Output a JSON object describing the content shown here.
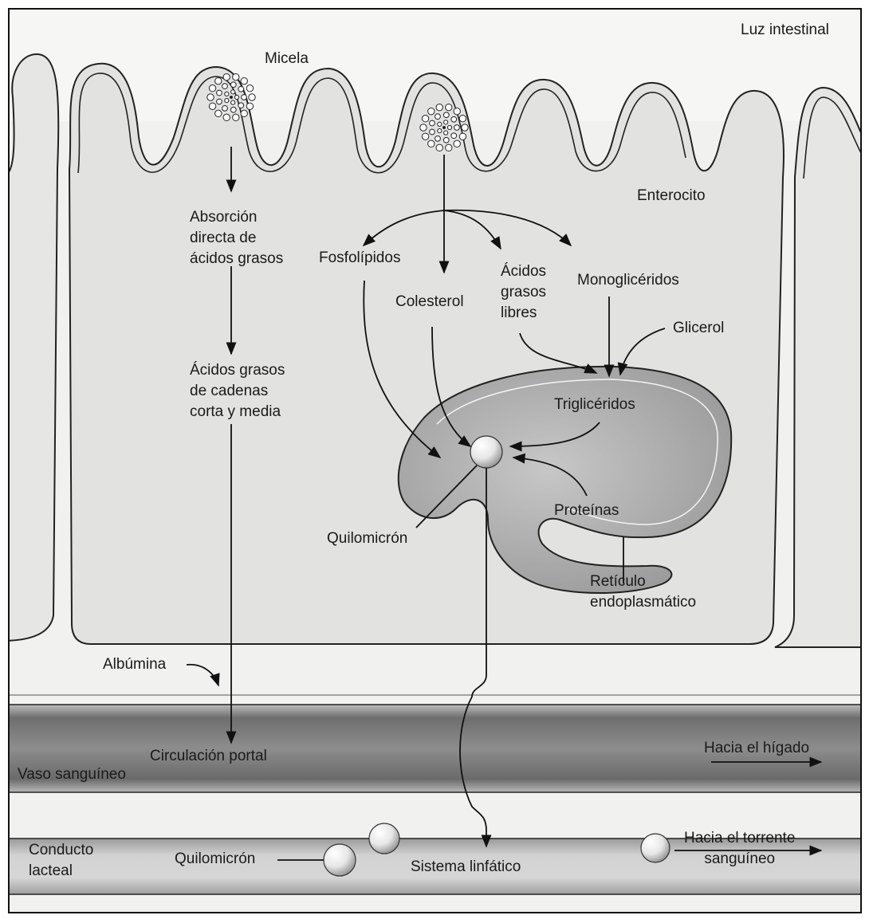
{
  "labels": {
    "luz_intestinal": "Luz intestinal",
    "micela": "Micela",
    "enterocito": "Enterocito",
    "absorcion_l1": "Absorción",
    "absorcion_l2": "directa de",
    "absorcion_l3": "ácidos grasos",
    "fosfolipidos": "Fosfolípidos",
    "colesterol": "Colesterol",
    "acidos_libres_l1": "Ácidos",
    "acidos_libres_l2": "grasos",
    "acidos_libres_l3": "libres",
    "monogliceridos": "Monoglicéridos",
    "glicerol": "Glicerol",
    "cadenas_l1": "Ácidos grasos",
    "cadenas_l2": "de cadenas",
    "cadenas_l3": "corta y media",
    "trigliceridos": "Triglicéridos",
    "quilomicron_cell": "Quilomicrón",
    "proteinas": "Proteínas",
    "reticulo_l1": "Retículo",
    "reticulo_l2": "endoplasmático",
    "albumina": "Albúmina",
    "circulacion_portal": "Circulación portal",
    "vaso_sanguineo": "Vaso sanguíneo",
    "hacia_higado": "Hacia el hígado",
    "conducto_l1": "Conducto",
    "conducto_l2": "lacteal",
    "quilomicron_duct": "Quilomicrón",
    "sistema_linfatico": "Sistema linfático",
    "torrente_l1": "Hacia el torrente",
    "torrente_l2": "sanguíneo"
  },
  "colors": {
    "background": "#f1f1ef",
    "cell_fill": "#e3e3e1",
    "er_fill": "#a9a9a9",
    "vessel_dark": "#6e6e6e",
    "outline": "#222222"
  }
}
